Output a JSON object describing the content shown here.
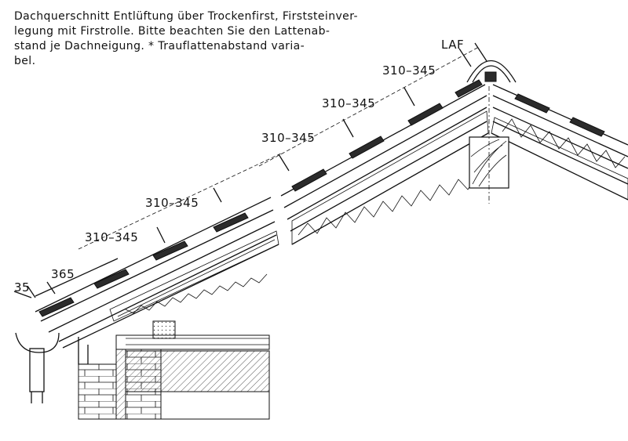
{
  "caption": {
    "lines": [
      "Dachquerschnitt Entlüftung über Trockenfirst, Firststeinver-",
      "legung mit Firstrolle. Bitte beachten Sie den Lattenab-",
      "stand je Dachneigung. * Trauflattenabstand varia-",
      "bel."
    ]
  },
  "dimensions": {
    "d35": "35",
    "d365": "365",
    "d310a": "310–345",
    "d310b": "310–345",
    "d310c": "310–345",
    "d310d": "310–345",
    "d310e": "310–345",
    "laf": "LAF"
  }
}
